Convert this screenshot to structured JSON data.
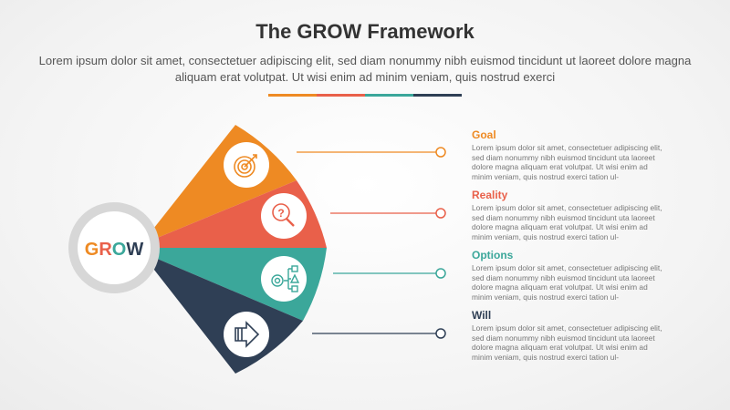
{
  "header": {
    "title": "The GROW Framework",
    "subtitle": "Lorem ipsum dolor sit amet, consectetuer adipiscing elit, sed diam nonummy nibh euismod tincidunt ut laoreet dolore magna aliquam erat volutpat. Ut wisi enim ad minim veniam, quis nostrud exerci"
  },
  "accent_colors": [
    "#ee8a23",
    "#e9604a",
    "#3ba79a",
    "#2f3f55"
  ],
  "center": {
    "letters": [
      "G",
      "R",
      "O",
      "W"
    ]
  },
  "items": [
    {
      "title": "Goal",
      "color": "#ee8a23",
      "icon": "target-icon",
      "description": "Lorem ipsum dolor sit amet, consectetuer adipiscing elit, sed diam nonummy nibh euismod tincidunt uta laoreet dolore magna aliquam erat volutpat. Ut wisi enim ad minim veniam, quis nostrud exerci tation ul-"
    },
    {
      "title": "Reality",
      "color": "#e9604a",
      "icon": "question-magnifier-icon",
      "description": "Lorem ipsum dolor sit amet, consectetuer adipiscing elit, sed diam nonummy nibh euismod tincidunt uta laoreet dolore magna aliquam erat volutpat. Ut wisi enim ad minim veniam, quis nostrud exerci tation ul-"
    },
    {
      "title": "Options",
      "color": "#3ba79a",
      "icon": "options-flowchart-icon",
      "description": "Lorem ipsum dolor sit amet, consectetuer adipiscing elit, sed diam nonummy nibh euismod tincidunt uta laoreet dolore magna aliquam erat volutpat. Ut wisi enim ad minim veniam, quis nostrud exerci tation ul-"
    },
    {
      "title": "Will",
      "color": "#2f3f55",
      "icon": "arrow-right-icon",
      "description": "Lorem ipsum dolor sit amet, consectetuer adipiscing elit, sed diam nonummy nibh euismod tincidunt uta laoreet dolore magna aliquam erat volutpat. Ut wisi enim ad minim veniam, quis nostrud exerci tation ul-"
    }
  ]
}
